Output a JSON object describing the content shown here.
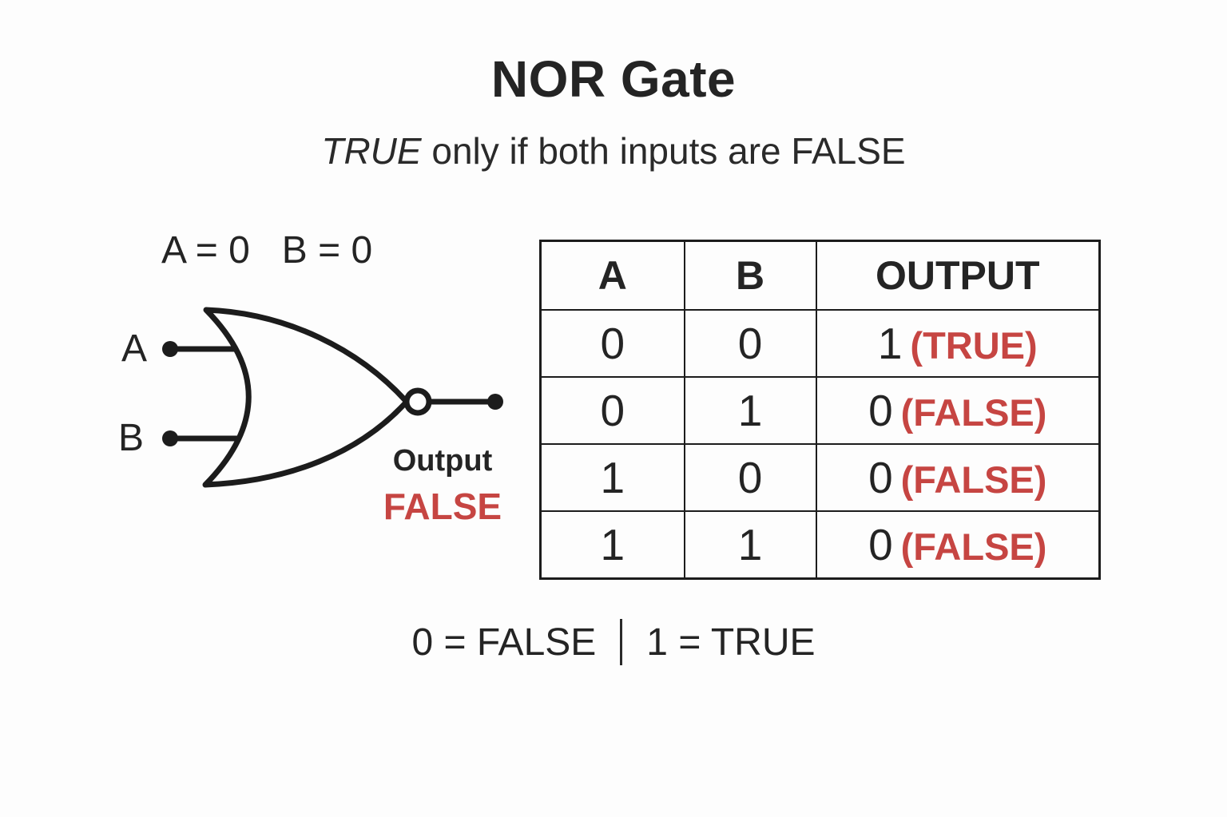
{
  "title": "NOR Gate",
  "subtitle": {
    "emphasis": "TRUE",
    "rest": " only if both inputs are FALSE"
  },
  "diagram": {
    "condition_a": "A = 0",
    "condition_b": "B = 0",
    "input_a_label": "A",
    "input_b_label": "B",
    "output_label": "Output",
    "output_value": "FALSE"
  },
  "truth_table": {
    "headers": [
      "A",
      "B",
      "OUTPUT"
    ],
    "rows": [
      {
        "a": "0",
        "b": "0",
        "out": "1",
        "word": "(TRUE)"
      },
      {
        "a": "0",
        "b": "1",
        "out": "0",
        "word": "(FALSE)"
      },
      {
        "a": "1",
        "b": "0",
        "out": "0",
        "word": "(FALSE)"
      },
      {
        "a": "1",
        "b": "1",
        "out": "0",
        "word": "(FALSE)"
      }
    ]
  },
  "legend": {
    "false_def": "0 = FALSE",
    "true_def": "1 = TRUE"
  },
  "colors": {
    "ink": "#242424",
    "accent_red": "#c64542",
    "background": "#fdfdfd"
  }
}
